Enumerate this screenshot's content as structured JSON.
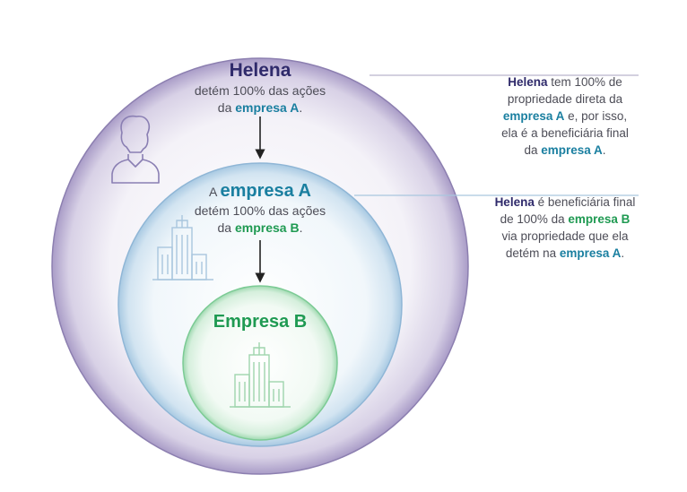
{
  "outer": {
    "name": "Helena",
    "line1": "detém 100% das ações",
    "line2_pre": "da ",
    "line2_bold": "empresa A",
    "line2_post": "."
  },
  "middle": {
    "title_pre": "A ",
    "title_bold": "empresa A",
    "line1": "detém 100% das ações",
    "line2_pre": "da ",
    "line2_bold": "empresa B",
    "line2_post": "."
  },
  "inner": {
    "title": "Empresa B"
  },
  "annotation_top": {
    "l1_bold": "Helena",
    "l1_rest": " tem 100% de",
    "l2": "propriedade direta da",
    "l3_bold": "empresa A",
    "l3_rest": " e, por isso,",
    "l4": "ela é a beneficiária final",
    "l5_pre": "da ",
    "l5_bold": "empresa A",
    "l5_post": "."
  },
  "annotation_bottom": {
    "l1_bold": "Helena",
    "l1_rest": " é beneficiária final",
    "l2_pre": "de 100% da ",
    "l2_bold": "empresa B",
    "l3": "via propriedade que ela",
    "l4_pre": "detém na ",
    "l4_bold": "empresa A",
    "l4_post": "."
  },
  "icons": {
    "person": "person-icon",
    "building_a": "building-icon",
    "building_b": "building-icon"
  },
  "colors": {
    "navy": "#2f2a6b",
    "teal": "#1a7fa0",
    "green": "#1f9a52",
    "outer_ring": "#8c7fb0",
    "middle_ring": "#8fb6d6",
    "inner_ring": "#7ccb95"
  }
}
